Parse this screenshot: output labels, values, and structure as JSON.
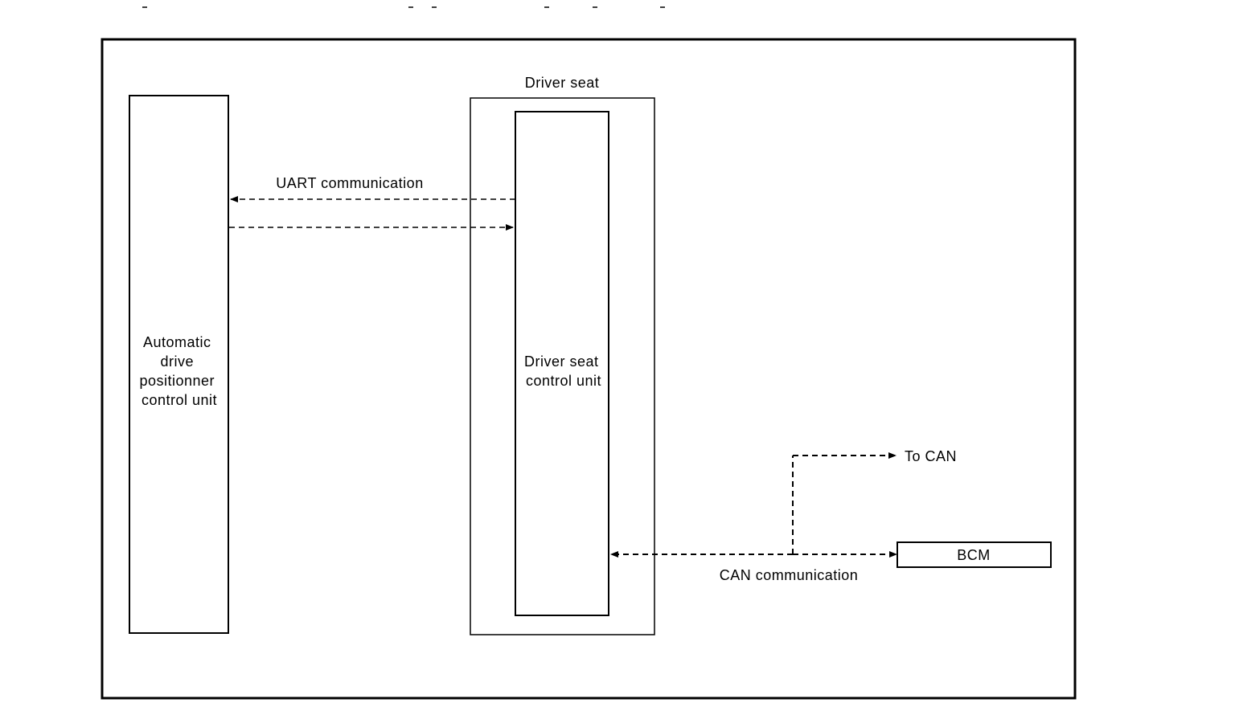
{
  "diagram": {
    "components": {
      "adp_unit": {
        "label_lines": [
          "Automatic",
          "drive",
          "positionner",
          "control unit"
        ]
      },
      "driver_seat": {
        "label": "Driver seat"
      },
      "driver_seat_unit": {
        "label_lines": [
          "Driver seat",
          "control unit"
        ]
      },
      "bcm": {
        "label": "BCM"
      }
    },
    "connections": {
      "uart": {
        "label": "UART communication"
      },
      "can": {
        "label": "CAN communication"
      },
      "to_can": {
        "label": "To CAN"
      }
    }
  }
}
